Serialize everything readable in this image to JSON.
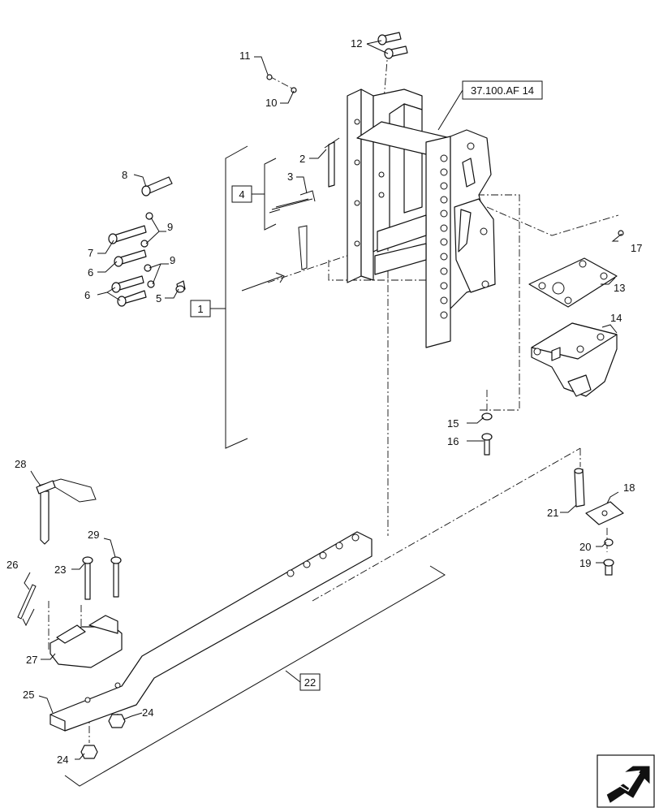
{
  "diagram": {
    "ref_box": "37.100.AF 14",
    "group_boxes": {
      "g1": "1",
      "g4": "4",
      "g22": "22"
    },
    "callouts": {
      "c2": "2",
      "c3": "3",
      "c5": "5",
      "c6a": "6",
      "c6b": "6",
      "c7": "7",
      "c8": "8",
      "c9a": "9",
      "c9b": "9",
      "c10": "10",
      "c11": "11",
      "c12": "12",
      "c13": "13",
      "c14": "14",
      "c15": "15",
      "c16": "16",
      "c17": "17",
      "c18": "18",
      "c19": "19",
      "c20": "20",
      "c21": "21",
      "c23": "23",
      "c24a": "24",
      "c24b": "24",
      "c25": "25",
      "c26": "26",
      "c27": "27",
      "c28": "28",
      "c29": "29"
    },
    "nav_icon": "next-page-arrow-icon"
  }
}
